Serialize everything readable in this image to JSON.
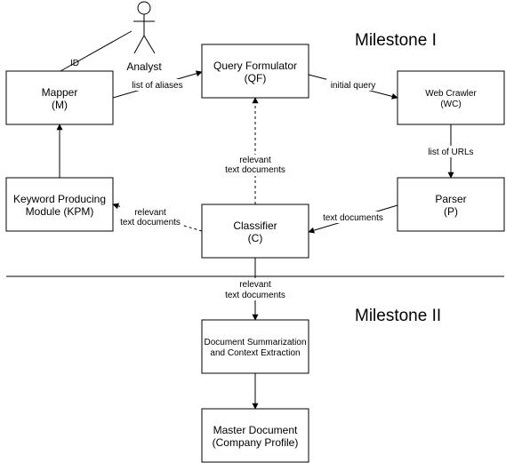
{
  "milestones": {
    "one": "Milestone I",
    "two": "Milestone II"
  },
  "actor": {
    "name": "Analyst",
    "icon": "stick-figure-icon"
  },
  "nodes": {
    "mapper": {
      "line1": "Mapper",
      "line2": "(M)"
    },
    "qf": {
      "line1": "Query Formulator",
      "line2": "(QF)"
    },
    "wc": {
      "line1": "Web Crawler",
      "line2": "(WC)"
    },
    "kpm": {
      "line1": "Keyword Producing",
      "line2": "Module (KPM)"
    },
    "classifier": {
      "line1": "Classifier",
      "line2": "(C)"
    },
    "parser": {
      "line1": "Parser",
      "line2": "(P)"
    },
    "dsce": {
      "line1": "Document Summarization",
      "line2": "and Context Extraction"
    },
    "master": {
      "line1": "Master Document",
      "line2": "(Company Profile)"
    }
  },
  "edges": {
    "id": "ID",
    "aliases": "list of aliases",
    "initial_query": "initial query",
    "urls": "list of URLs",
    "text_documents": "text documents",
    "c_to_qf": {
      "line1": "relevant",
      "line2": "text documents"
    },
    "c_to_kpm": {
      "line1": "relevant",
      "line2": "text documents"
    },
    "c_to_dsce": {
      "line1": "relevant",
      "line2": "text documents"
    }
  },
  "colors": {
    "stroke": "#000000",
    "background": "#ffffff"
  }
}
